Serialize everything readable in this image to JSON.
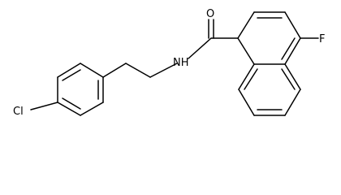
{
  "molecule": {
    "atoms": {
      "oxygen": "O",
      "nitrogen_h": "NH",
      "fluorine": "F",
      "chlorine": "Cl"
    }
  },
  "colors": {
    "bond": "#000000",
    "label": "#000000",
    "background": "#ffffff"
  }
}
